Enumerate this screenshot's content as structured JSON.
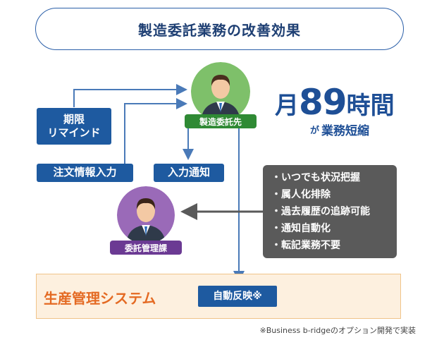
{
  "title": "製造委託業務の改善効果",
  "nodes": {
    "reminder": "期限\nリマインド",
    "order_info": "注文情報入力",
    "input_notice": "入力通知",
    "contractor": "製造委託先",
    "management_dept": "委託管理課",
    "auto_reflect": "自動反映※"
  },
  "highlight": {
    "prefix": "月",
    "number": "89",
    "suffix": "時間",
    "sub_particle": "が",
    "sub_text": "業務短縮"
  },
  "benefits": [
    "・いつでも状況把握",
    "・属人化排除",
    "・過去履歴の追跡可能",
    "・通知自動化",
    "・転記業務不要"
  ],
  "system_label": "生産管理システム",
  "footnote": "※Business b-ridgeのオプション開発で実装",
  "colors": {
    "primary_blue": "#1e5aa0",
    "connector_blue": "#4a7ab8",
    "contractor_green": "#7ec06a",
    "contractor_label": "#2f8a34",
    "manager_purple": "#9a6ab8",
    "manager_label": "#6b3a93",
    "system_orange": "#e46a23",
    "panel_gray": "#5a5a5a"
  }
}
